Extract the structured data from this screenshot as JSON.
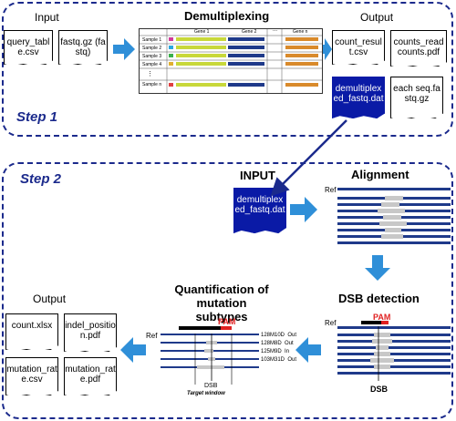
{
  "step1": {
    "label": "Step 1",
    "input_title": "Input",
    "input_files": [
      "query_table.csv",
      "fastq.gz (fastq)"
    ],
    "demux_title": "Demultiplexing",
    "demux_headers": [
      "Gene 1",
      "Gene 2",
      "...",
      "Gene n"
    ],
    "demux_rows": [
      "Sample 1",
      "Sample 2",
      "Sample 3",
      "Sample 4",
      "⋮",
      "Sample n"
    ],
    "output_title": "Output",
    "output_files": [
      "count_result.csv",
      "counts_readcounts.pdf",
      "each seq.fastq.gz"
    ],
    "output_highlight": "demultiplexed_fastq.dat"
  },
  "step2": {
    "label": "Step 2",
    "input_title": "INPUT",
    "input_file": "demultiplexed_fastq.dat",
    "alignment_title": "Alignment",
    "ref_label": "Ref",
    "dsb_title": "DSB detection",
    "pam_label": "PAM",
    "dsb_label": "DSB",
    "quant_title": "Quantification of mutation subtypes",
    "target_window_label": "Target window",
    "mutation_rows": [
      {
        "name": "128M10D",
        "type": "Out"
      },
      {
        "name": "128M8D",
        "type": "Out"
      },
      {
        "name": "125M9D",
        "type": "In"
      },
      {
        "name": "103M31D",
        "type": "Out"
      }
    ],
    "output_title": "Output",
    "output_files": [
      "count.xlsx",
      "indel_position.pdf",
      "mutation_rate.csv",
      "mutation_rate.pdf"
    ]
  },
  "colors": {
    "accent": "#1b2a8c",
    "arrow": "#2f8fd8",
    "highlight_doc": "#0a1aa6",
    "pam": "#e02020",
    "gene1": "#c8d83a",
    "gene2": "#1f3a8a",
    "gene_n": "#d98a2b"
  }
}
